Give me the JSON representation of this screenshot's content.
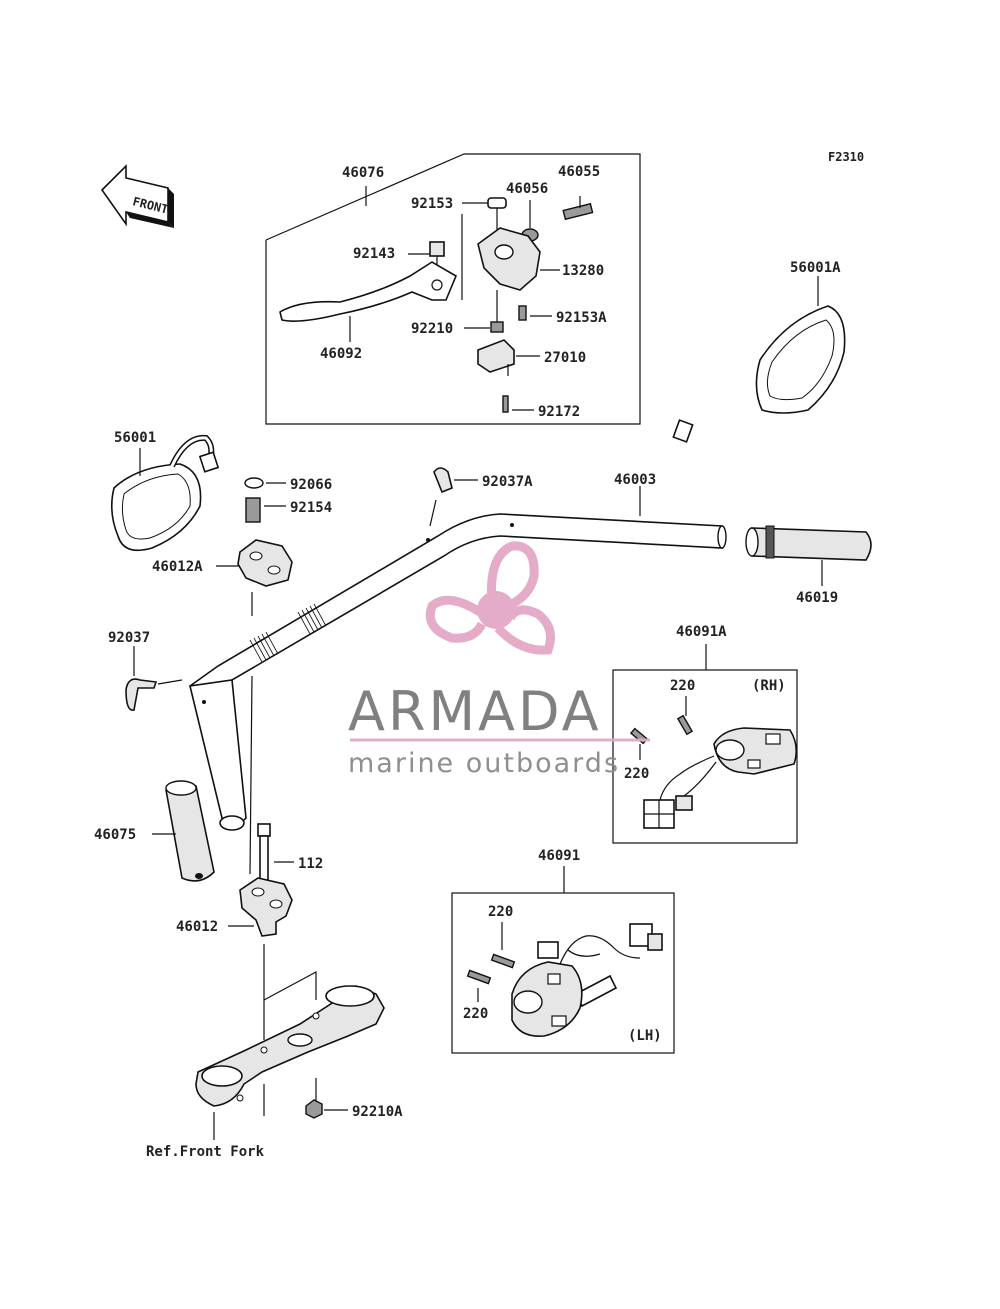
{
  "figure_code": "F2310",
  "front_label": "FRONT",
  "reference_note": "Ref.Front Fork",
  "side_labels": {
    "right": "(RH)",
    "left": "(LH)"
  },
  "watermark": {
    "title": "ARMADA",
    "subtitle": "marine outboards",
    "logo": "propeller-logo"
  },
  "parts": {
    "p46076": "46076",
    "p46055": "46055",
    "p46056": "46056",
    "p92153": "92153",
    "p92143": "92143",
    "p13280": "13280",
    "p92210": "92210",
    "p92153A": "92153A",
    "p46092": "46092",
    "p27010": "27010",
    "p92172": "92172",
    "p56001A": "56001A",
    "p56001": "56001",
    "p92066": "92066",
    "p92154": "92154",
    "p92037A": "92037A",
    "p46003": "46003",
    "p46012A": "46012A",
    "p46019": "46019",
    "p92037": "92037",
    "p46091A": "46091A",
    "p220a": "220",
    "p220b": "220",
    "p46075": "46075",
    "p112": "112",
    "p46091": "46091",
    "p46012": "46012",
    "p220c": "220",
    "p220d": "220",
    "p92210A": "92210A"
  },
  "colors": {
    "watermark_pink": "#e4a8c8",
    "watermark_text": "#7a7a7a",
    "line": "#111111"
  }
}
